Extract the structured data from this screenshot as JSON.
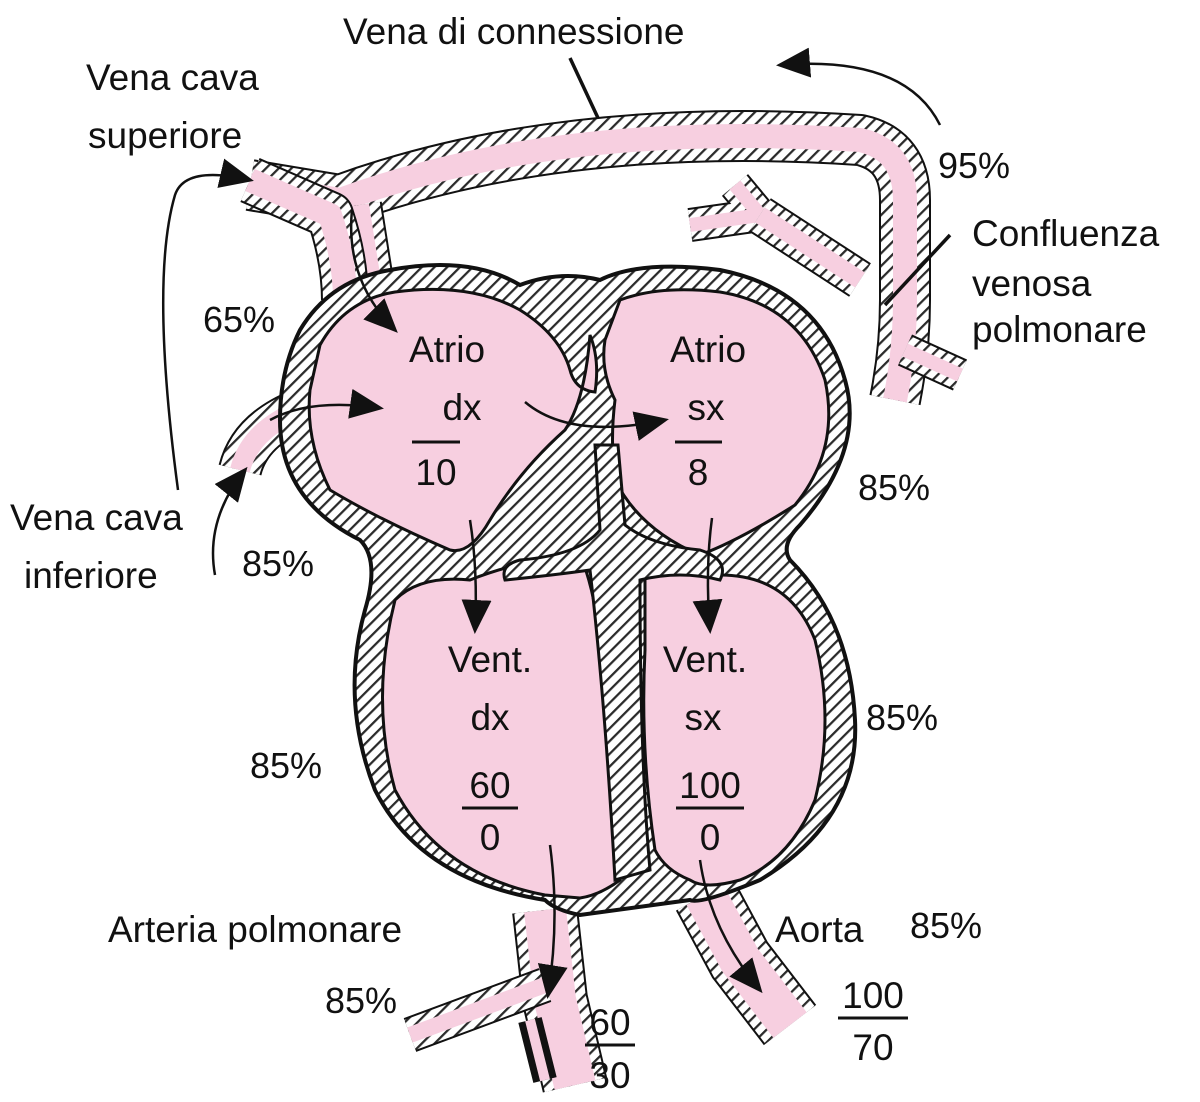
{
  "colors": {
    "blood_pink": "#f7cfe0",
    "wall_hatch": "#2a2a2a",
    "outline": "#111111",
    "background": "#ffffff"
  },
  "labels": {
    "vena_connessione": "Vena di connessione",
    "vena_cava_superiore_1": "Vena cava",
    "vena_cava_superiore_2": "superiore",
    "vena_cava_inferiore_1": "Vena cava",
    "vena_cava_inferiore_2": "inferiore",
    "confluenza_1": "Confluenza",
    "confluenza_2": "venosa",
    "confluenza_3": "polmonare",
    "arteria_polmonare": "Arteria polmonare",
    "aorta": "Aorta"
  },
  "chambers": {
    "atrio_dx": {
      "line1": "Atrio",
      "line2": "dx",
      "pressure": "10"
    },
    "atrio_sx": {
      "line1": "Atrio",
      "line2": "sx",
      "pressure": "8"
    },
    "vent_dx": {
      "line1": "Vent.",
      "line2": "dx",
      "systolic": "60",
      "diastolic": "0"
    },
    "vent_sx": {
      "line1": "Vent.",
      "line2": "sx",
      "systolic": "100",
      "diastolic": "0"
    }
  },
  "vessels": {
    "arteria_polmonare": {
      "systolic": "60",
      "diastolic": "30"
    },
    "aorta": {
      "systolic": "100",
      "diastolic": "70"
    }
  },
  "saturations": {
    "connessione": "95%",
    "vena_cava_superiore": "65%",
    "vena_cava_inferiore": "85%",
    "atrio_sx": "85%",
    "vent_dx": "85%",
    "vent_sx": "85%",
    "aorta": "85%",
    "arteria_polmonare": "85%"
  }
}
